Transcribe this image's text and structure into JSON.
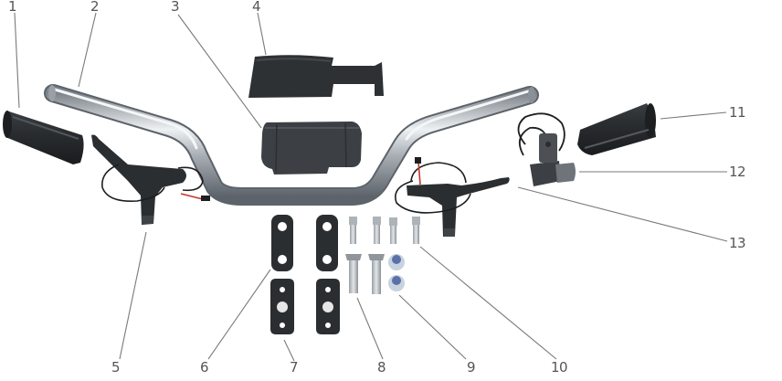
{
  "diagram": {
    "type": "exploded-parts-view",
    "subject": "handlebar assembly",
    "background": "#ffffff",
    "colors": {
      "rubber": "#2b2e31",
      "rubber_light": "#4a4e52",
      "chrome": "#b9bec3",
      "chrome_dark": "#6f757b",
      "bolt": "#c7cbcf",
      "nut_blue": "#5b6fa8",
      "wire_red": "#c0392b",
      "leader": "#7a7a7a",
      "label": "#555555"
    },
    "callouts": [
      {
        "number": "1",
        "part": "left grip"
      },
      {
        "number": "2",
        "part": "handlebar"
      },
      {
        "number": "3",
        "part": "handlebar pad"
      },
      {
        "number": "4",
        "part": "pad cover"
      },
      {
        "number": "5",
        "part": "left brake lever"
      },
      {
        "number": "6",
        "part": "upper clamp"
      },
      {
        "number": "7",
        "part": "lower clamp"
      },
      {
        "number": "8",
        "part": "clamp bolt"
      },
      {
        "number": "9",
        "part": "lock nut"
      },
      {
        "number": "10",
        "part": "clamp screw"
      },
      {
        "number": "11",
        "part": "right grip"
      },
      {
        "number": "12",
        "part": "throttle"
      },
      {
        "number": "13",
        "part": "right brake lever"
      }
    ]
  }
}
